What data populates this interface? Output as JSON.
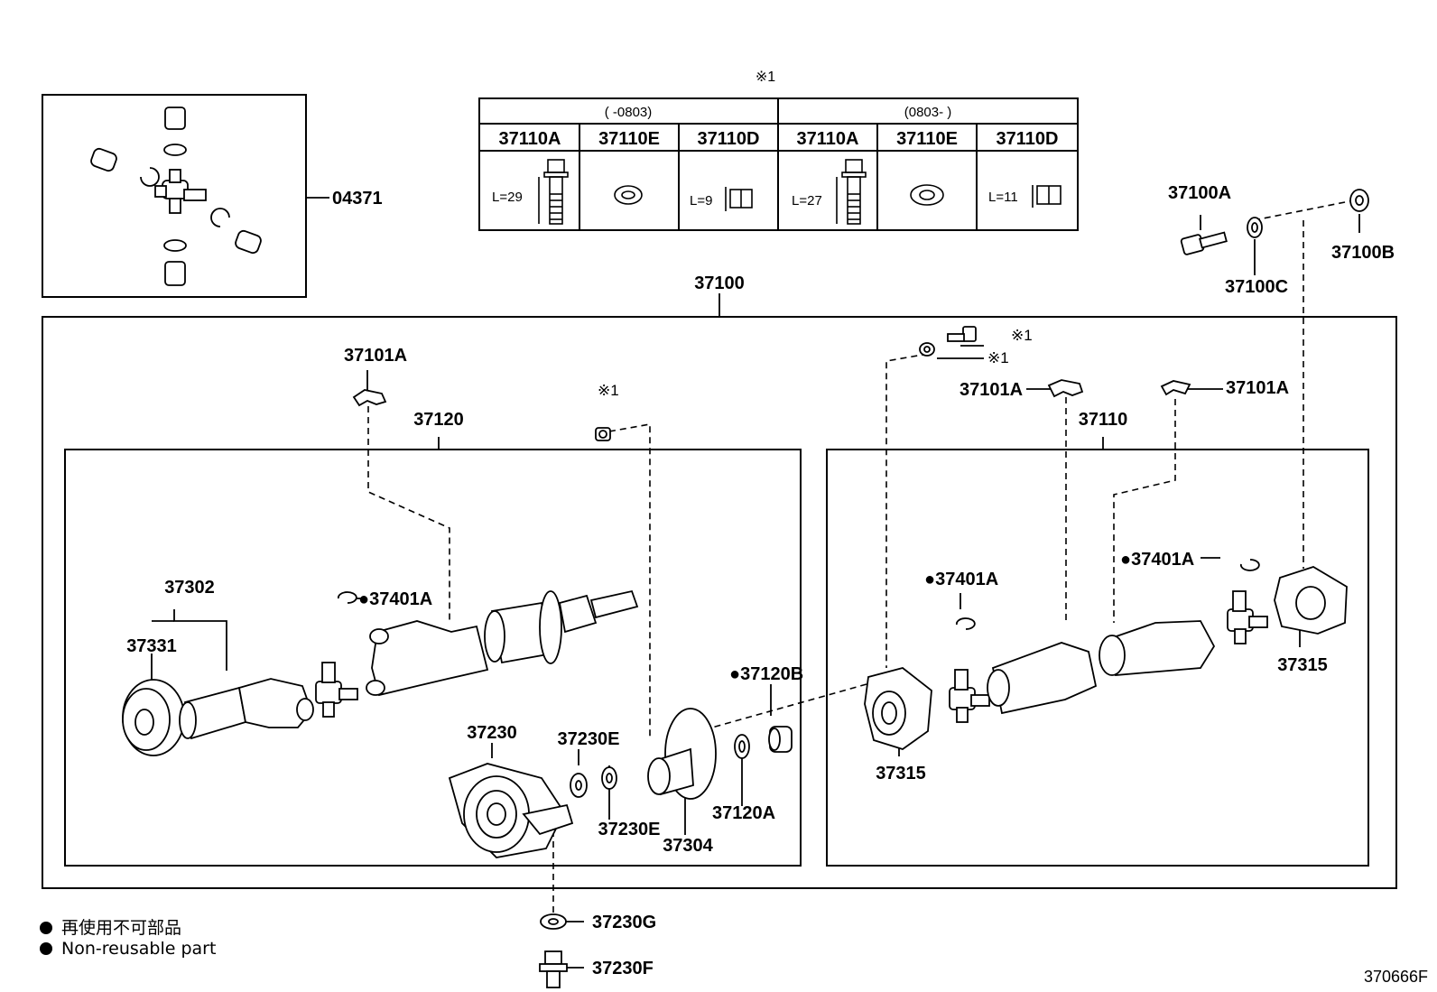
{
  "footnote_mark": "※1",
  "table": {
    "group1": "(        -0803)",
    "group2": "(0803-        )",
    "headers": [
      "37110A",
      "37110E",
      "37110D",
      "37110A",
      "37110E",
      "37110D"
    ],
    "dims": [
      "L=29",
      "L=9",
      "L=27",
      "L=11"
    ]
  },
  "labels": {
    "p04371": "04371",
    "p37100": "37100",
    "p37100A": "37100A",
    "p37100B": "37100B",
    "p37100C": "37100C",
    "p37101A_1": "37101A",
    "p37101A_2": "37101A",
    "p37101A_3": "37101A",
    "p37120": "37120",
    "p37110": "37110",
    "p37302": "37302",
    "p37331": "37331",
    "p37401A_1": "●37401A",
    "p37401A_2": "●37401A",
    "p37401A_3": "●37401A",
    "p37120B": "●37120B",
    "p37230": "37230",
    "p37230E_1": "37230E",
    "p37230E_2": "37230E",
    "p37304": "37304",
    "p37120A": "37120A",
    "p37315_1": "37315",
    "p37315_2": "37315",
    "p37230G": "37230G",
    "p37230F": "37230F",
    "mark1": "※1",
    "mark2": "※1",
    "mark3": "※1"
  },
  "legend": {
    "line1": "再使用不可部品",
    "line2": "Non-reusable part"
  },
  "figure_code": "370666F"
}
